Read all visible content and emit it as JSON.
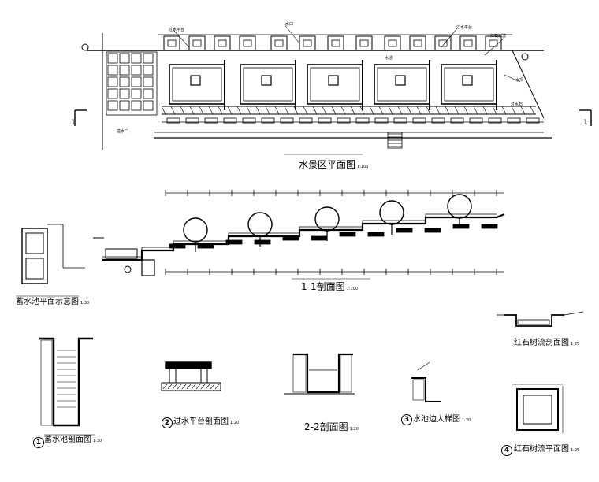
{
  "titles": {
    "plan": {
      "text": "水景区平面图",
      "scale": "1:100"
    },
    "section11": {
      "text": "1-1剖面图",
      "scale": "1:100"
    },
    "pool_plan": {
      "text": "蓄水池平面示意图",
      "scale": "1:30"
    },
    "pool_section": {
      "text": "蓄水池剖面图",
      "scale": "1:30"
    },
    "platform_section": {
      "text": "过水平台剖面图",
      "scale": "1:20"
    },
    "section22": {
      "text": "2-2剖面图",
      "scale": "1:20"
    },
    "pool_edge": {
      "text": "水池边大样图",
      "scale": "1:20"
    },
    "stone_section": {
      "text": "红石树流剖面图",
      "scale": "1:25"
    },
    "stone_plan": {
      "text": "红石树流平面图",
      "scale": "1:25"
    }
  },
  "detail_numbers": {
    "n1": "1",
    "n2": "2",
    "n3": "3",
    "n4": "4"
  },
  "section_markers": {
    "left": "1",
    "right": "1"
  },
  "plan_notes": [
    "水口",
    "过水平台",
    "水池",
    "红石树流",
    "过水平台",
    "水坝",
    "过水石",
    "溢水口"
  ],
  "colors": {
    "line": "#000000",
    "paper": "#ffffff"
  }
}
